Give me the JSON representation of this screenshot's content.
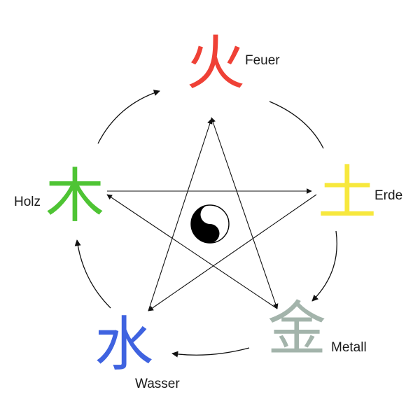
{
  "elements": [
    {
      "key": "fire",
      "glyph": "火",
      "label": "Feuer",
      "color": "#ef4136"
    },
    {
      "key": "earth",
      "glyph": "土",
      "label": "Erde",
      "color": "#f7e83d"
    },
    {
      "key": "metal",
      "glyph": "金",
      "label": "Metall",
      "color": "#a3b4ab"
    },
    {
      "key": "water",
      "glyph": "水",
      "label": "Wasser",
      "color": "#3f63e0"
    },
    {
      "key": "wood",
      "glyph": "木",
      "label": "Holz",
      "color": "#4ec434"
    }
  ],
  "center_symbol": "yin-yang-icon",
  "colors": {
    "stroke": "#111111",
    "yin": "#000000",
    "yang": "#ffffff"
  }
}
